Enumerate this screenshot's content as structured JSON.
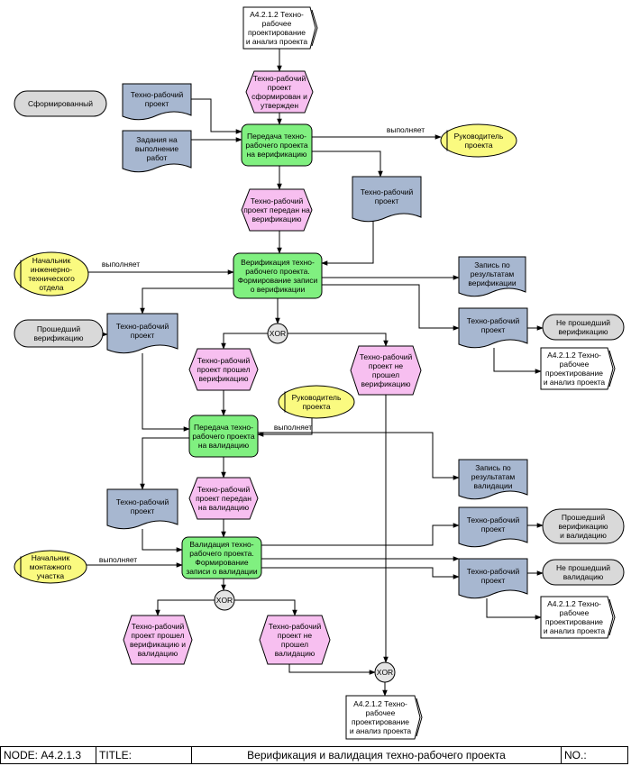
{
  "nodes": [
    {
      "id": "ref_top",
      "shape": "offpage",
      "lines": [
        "А4.2.1.2 Техно-",
        "рабочее",
        "проектирование",
        "и анализ проекта"
      ]
    },
    {
      "id": "ev_approved",
      "shape": "event",
      "lines": [
        "Техно-рабочий",
        "проект",
        "сформирован и",
        "утвержден"
      ]
    },
    {
      "id": "st_formed",
      "shape": "state",
      "lines": [
        "Сформированный"
      ]
    },
    {
      "id": "doc_proj_in1",
      "shape": "doc",
      "lines": [
        "Техно-рабочий",
        "проект"
      ]
    },
    {
      "id": "doc_tasks",
      "shape": "doc",
      "lines": [
        "Задания на",
        "выполнение",
        "работ"
      ]
    },
    {
      "id": "fn_transfer_ver",
      "shape": "function",
      "lines": [
        "Передача техно-",
        "рабочего проекта",
        "на верификацию"
      ]
    },
    {
      "id": "ou_head_proj1",
      "shape": "orgunit",
      "lines": [
        "Руководитель",
        "проекта"
      ]
    },
    {
      "id": "doc_proj_out1",
      "shape": "doc",
      "lines": [
        "Техно-рабочий",
        "проект"
      ]
    },
    {
      "id": "ev_passed_ver",
      "shape": "event",
      "lines": [
        "Техно-рабочий",
        "проект передан на",
        "верификацию"
      ]
    },
    {
      "id": "ou_chief_eng",
      "shape": "orgunit",
      "lines": [
        "Начальник",
        "инженерно-",
        "технического",
        "отдела"
      ]
    },
    {
      "id": "fn_verification",
      "shape": "function",
      "lines": [
        "Верификация техно-",
        "рабочего проекта.",
        "Формирование записи",
        "о верификации"
      ]
    },
    {
      "id": "doc_record_ver",
      "shape": "doc",
      "lines": [
        "Запись по",
        "результатам",
        "верификации"
      ]
    },
    {
      "id": "doc_proj_ver_in",
      "shape": "doc",
      "lines": [
        "Техно-рабочий",
        "проект"
      ]
    },
    {
      "id": "st_passed_ver",
      "shape": "state",
      "lines": [
        "Прошедший",
        "верификацию"
      ]
    },
    {
      "id": "doc_proj_ver_fail",
      "shape": "doc",
      "lines": [
        "Техно-рабочий",
        "проект"
      ]
    },
    {
      "id": "st_not_passed_ver",
      "shape": "state",
      "lines": [
        "Не прошедший",
        "верификацию"
      ]
    },
    {
      "id": "ref_mid1",
      "shape": "offpage",
      "lines": [
        "А4.2.1.2 Техно-",
        "рабочее",
        "проектирование",
        "и анализ проекта"
      ]
    },
    {
      "id": "xor1",
      "shape": "xor",
      "lines": [
        "XOR"
      ]
    },
    {
      "id": "ev_ver_ok",
      "shape": "event",
      "lines": [
        "Техно-рабочий",
        "проект прошел",
        "верификацию"
      ]
    },
    {
      "id": "ev_ver_fail",
      "shape": "event",
      "lines": [
        "Техно-рабочий",
        "проект не",
        "прошел",
        "верификацию"
      ]
    },
    {
      "id": "ou_head_proj2",
      "shape": "orgunit",
      "lines": [
        "Руководитель",
        "проекта"
      ]
    },
    {
      "id": "fn_transfer_val",
      "shape": "function",
      "lines": [
        "Передача техно-",
        "рабочего проекта",
        "на валидацию"
      ]
    },
    {
      "id": "doc_record_val",
      "shape": "doc",
      "lines": [
        "Запись по",
        "результатам",
        "валидации"
      ]
    },
    {
      "id": "ev_passed_val",
      "shape": "event",
      "lines": [
        "Техно-рабочий",
        "проект передан",
        "на валидацию"
      ]
    },
    {
      "id": "doc_proj_val_in",
      "shape": "doc",
      "lines": [
        "Техно-рабочий",
        "проект"
      ]
    },
    {
      "id": "doc_proj_val_ok",
      "shape": "doc",
      "lines": [
        "Техно-рабочий",
        "проект"
      ]
    },
    {
      "id": "st_passed_both",
      "shape": "state",
      "lines": [
        "Прошедший",
        "верификацию",
        "и валидацию"
      ]
    },
    {
      "id": "ou_chief_site",
      "shape": "orgunit",
      "lines": [
        "Начальник",
        "монтажного",
        "участка"
      ]
    },
    {
      "id": "fn_validation",
      "shape": "function",
      "lines": [
        "Валидация техно-",
        "рабочего проекта.",
        "Формирование",
        "записи о валидации"
      ]
    },
    {
      "id": "doc_proj_val_fail",
      "shape": "doc",
      "lines": [
        "Техно-рабочий",
        "проект"
      ]
    },
    {
      "id": "st_not_passed_val",
      "shape": "state",
      "lines": [
        "Не прошедший",
        "валидацию"
      ]
    },
    {
      "id": "ref_mid2",
      "shape": "offpage",
      "lines": [
        "А4.2.1.2 Техно-",
        "рабочее",
        "проектирование",
        "и анализ проекта"
      ]
    },
    {
      "id": "xor2",
      "shape": "xor",
      "lines": [
        "XOR"
      ]
    },
    {
      "id": "ev_val_ok",
      "shape": "event",
      "lines": [
        "Техно-рабочий",
        "проект прошел",
        "верификацию и",
        "валидацию"
      ]
    },
    {
      "id": "ev_val_fail",
      "shape": "event",
      "lines": [
        "Техно-рабочий",
        "проект не",
        "прошел",
        "валидацию"
      ]
    },
    {
      "id": "xor3",
      "shape": "xor",
      "lines": [
        "XOR"
      ]
    },
    {
      "id": "ref_bottom",
      "shape": "offpage",
      "lines": [
        "А4.2.1.2 Техно-",
        "рабочее",
        "проектирование",
        "и анализ проекта"
      ]
    }
  ],
  "edge_labels": [
    {
      "id": "lbl_exec1",
      "text": "выполняет"
    },
    {
      "id": "lbl_exec2",
      "text": "выполняет"
    },
    {
      "id": "lbl_exec3",
      "text": "выполняет"
    },
    {
      "id": "lbl_exec4",
      "text": "выполняет"
    }
  ],
  "footer": {
    "node": "NODE: А4.2.1.3",
    "title_label": "TITLE:",
    "title": "Верификация и валидация техно-рабочего проекта",
    "no": "NO.:"
  },
  "colors": {
    "event_fill": "#f7bff0",
    "function_fill": "#80f080",
    "doc_fill": "#a7b7d0",
    "state_fill": "#d9d9d9",
    "orgunit_fill": "#fafa80",
    "offpage_fill": "#ffffff",
    "xor_fill": "#e4e4e4",
    "line": "#000000"
  }
}
